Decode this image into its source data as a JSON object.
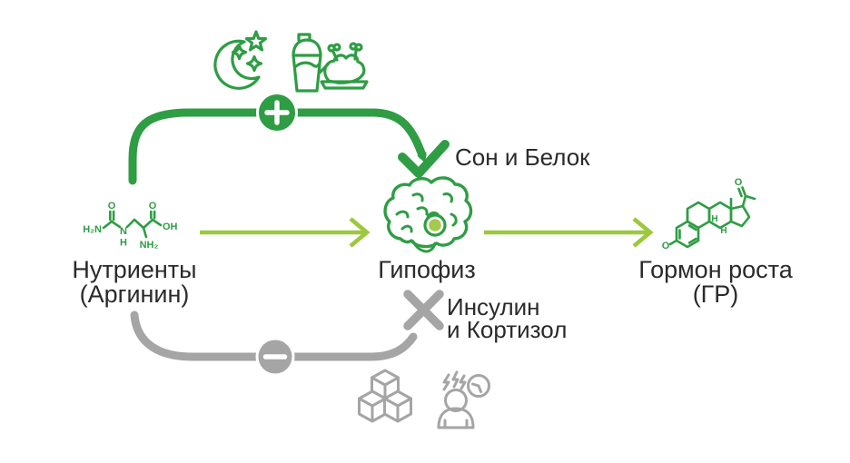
{
  "palette": {
    "green": "#2e9d44",
    "light_green": "#9cc83e",
    "gray": "#a5a5a5",
    "pituitary_dot": "#a5c94d",
    "text": "#2a2a2a"
  },
  "flow": {
    "nutrients": {
      "line1": "Нутриенты",
      "line2": "(Аргинин)"
    },
    "pituitary": {
      "label": "Гипофиз"
    },
    "growth_hormone": {
      "line1": "Гормон роста",
      "line2": "(ГР)"
    }
  },
  "positive": {
    "sign": "+",
    "label": "Сон и Белок"
  },
  "negative": {
    "sign": "−",
    "line1": "Инсулин",
    "line2": "и Кортизол"
  },
  "atoms": {
    "arginine": {
      "h2n": "H₂N",
      "o_carbonyl": "O",
      "n": "N",
      "h": "H",
      "nh2": "NH₂",
      "o_acid": "O",
      "oh": "OH"
    },
    "steroid": {
      "o_ether": "O",
      "o_ketone": "O",
      "h_1": "H",
      "h_2": "H"
    }
  },
  "icons": {
    "moon_stars": "moon-stars-icon",
    "protein_shaker": "protein-shaker-icon",
    "roast_chicken": "roast-chicken-icon",
    "plus": "plus-icon",
    "checkmark": "checkmark-icon",
    "arginine_structure": "arginine-structure-icon",
    "brain_pituitary": "brain-pituitary-icon",
    "steroid_structure": "steroid-structure-icon",
    "minus": "minus-icon",
    "cross": "cross-icon",
    "sugar_cubes": "sugar-cubes-icon",
    "stressed_person": "stressed-person-icon",
    "clock": "clock-icon"
  }
}
